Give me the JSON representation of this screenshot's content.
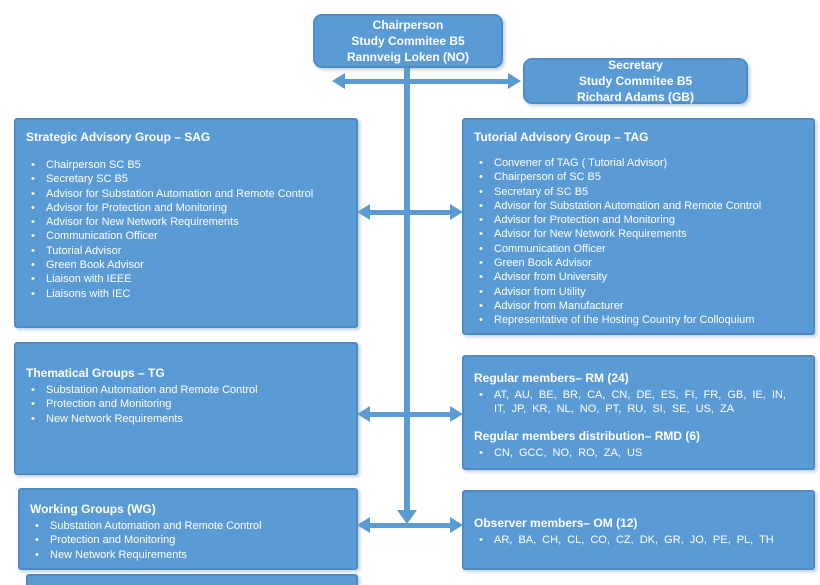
{
  "colors": {
    "box_fill": "#5b9bd5",
    "box_border": "#4e8bc8",
    "connector": "#5b9bd5",
    "text": "#ffffff"
  },
  "chairperson_box": {
    "role": "Chairperson",
    "committee": "Study Commitee B5",
    "person": "Rannveig Loken (NO)"
  },
  "secretary_box": {
    "role": "Secretary",
    "committee": "Study Commitee B5",
    "person": "Richard Adams (GB)"
  },
  "sag": {
    "title": "Strategic Advisory Group – SAG",
    "items": [
      "Chairperson SC B5",
      "Secretary SC B5",
      "Advisor for Substation Automation and Remote Control",
      "Advisor for Protection and Monitoring",
      "Advisor for New Network Requirements",
      "Communication Officer",
      "Tutorial Advisor",
      "Green Book Advisor",
      "Liaison  with IEEE",
      "Liaisons  with IEC"
    ]
  },
  "tag": {
    "title": "Tutorial Advisory Group – TAG",
    "items": [
      "Convener of TAG ( Tutorial Advisor)",
      "Chairperson of SC B5",
      "Secretary of SC B5",
      "Advisor for Substation Automation and Remote Control",
      "Advisor for Protection and Monitoring",
      "Advisor for New Network Requirements",
      "Communication Officer",
      "Green Book Advisor",
      "Advisor from University",
      "Advisor from Utility",
      "Advisor from Manufacturer",
      "Representative of the Hosting Country for Colloquium"
    ]
  },
  "tg": {
    "title": "Thematical Groups – TG",
    "items": [
      "Substation Automation and Remote Control",
      "Protection and Monitoring",
      "New Network Requirements"
    ]
  },
  "rm": {
    "title": "Regular members– RM (24)",
    "items": [
      "AT, AU, BE, BR, CA, CN, DE, ES, FI, FR, GB, IE, IN, IT, JP, KR, NL, NO, PT, RU, SI, SE, US, ZA"
    ]
  },
  "rmd": {
    "title": "Regular members distribution– RMD (6)",
    "items": [
      "CN, GCC, NO, RO, ZA, US"
    ]
  },
  "wg": {
    "title": "Working Groups (WG)",
    "items": [
      "Substation Automation and Remote Control",
      "Protection and Monitoring",
      "New Network Requirements"
    ]
  },
  "om": {
    "title": "Observer members– OM (12)",
    "items": [
      "AR, BA, CH, CL, CO, CZ, DK, GR, JO, PE, PL, TH"
    ]
  }
}
